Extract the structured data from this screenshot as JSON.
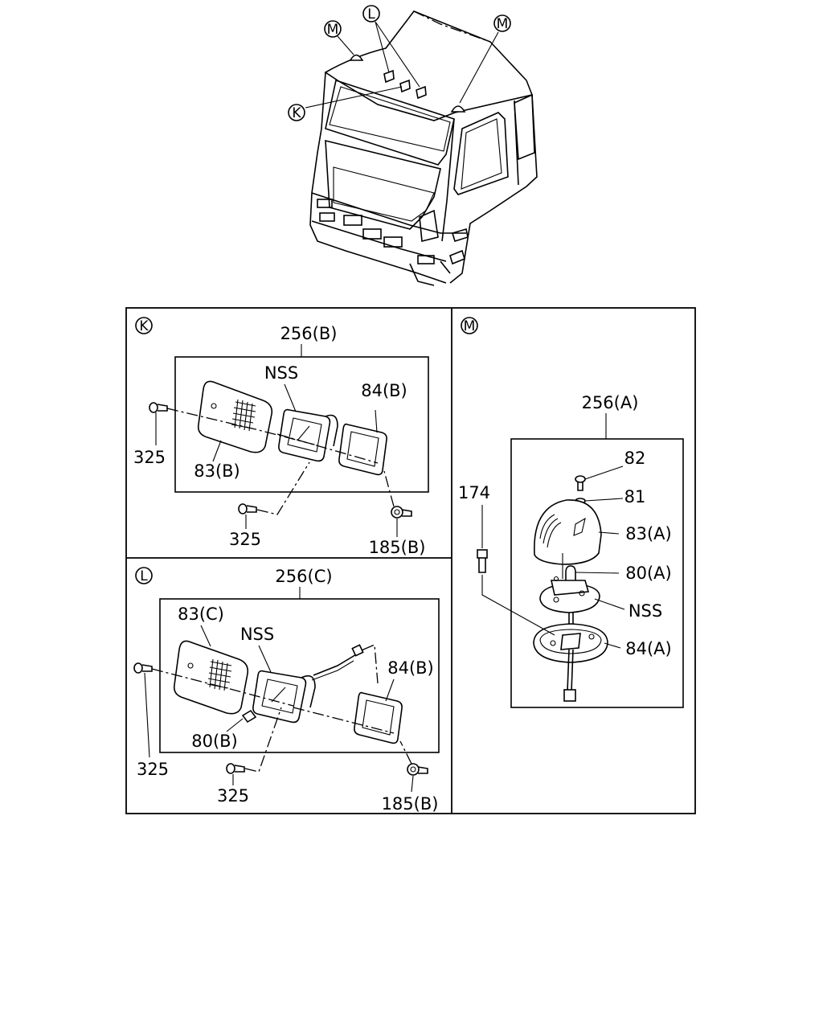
{
  "overview": {
    "callouts": {
      "k": "K",
      "l": "L",
      "m_left": "M",
      "m_right": "M"
    }
  },
  "panel_k": {
    "letter": "K",
    "assembly": "256(B)",
    "nss": "NSS",
    "lens": "83(B)",
    "housing": "84(B)",
    "screw_left": "325",
    "screw_bottom": "325",
    "nut": "185(B)"
  },
  "panel_l": {
    "letter": "L",
    "assembly": "256(C)",
    "nss": "NSS",
    "lens": "83(C)",
    "housing": "84(B)",
    "bulb": "80(B)",
    "screw_left": "325",
    "screw_bottom": "325",
    "nut": "185(B)"
  },
  "panel_m": {
    "letter": "M",
    "assembly": "256(A)",
    "screw": "82",
    "washer": "81",
    "lens": "83(A)",
    "bulb": "80(A)",
    "nss": "NSS",
    "base": "84(A)",
    "bolt": "174"
  }
}
